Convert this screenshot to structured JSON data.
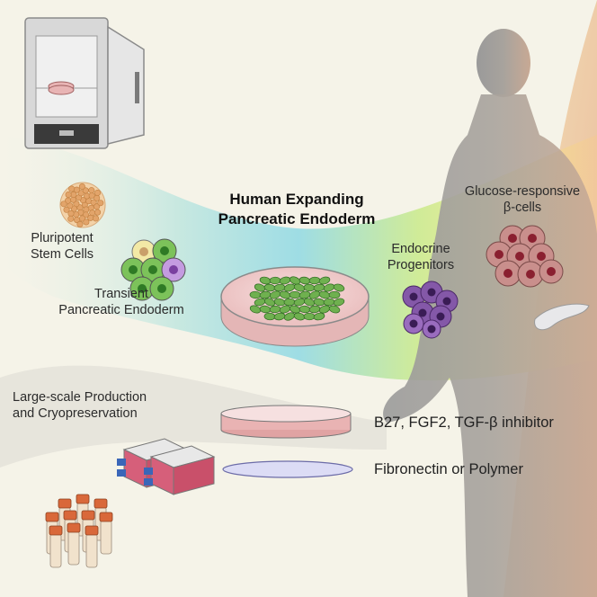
{
  "title_line1": "Human Expanding",
  "title_line2": "Pancreatic Endoderm",
  "labels": {
    "pluripotent_line1": "Pluripotent",
    "pluripotent_line2": "Stem Cells",
    "transient_line1": "Transient",
    "transient_line2": "Pancreatic Endoderm",
    "endocrine_line1": "Endocrine",
    "endocrine_line2": "Progenitors",
    "glucose_line1": "Glucose-responsive",
    "glucose_line2": "β-cells",
    "largescale_line1": "Large-scale Production",
    "largescale_line2": "and Cryopreservation",
    "medium": "B27, FGF2, TGF-β inhibitor",
    "coating": "Fibronectin or Polymer"
  },
  "colors": {
    "stem_cell": "#e2a46a",
    "pancreatic_green": "#6fb04f",
    "endocrine_purple": "#6d3c8c",
    "beta_cell": "#b87c78",
    "dish_medium": "#f0cdcd",
    "flask_pink": "#c45a72",
    "vial_cap": "#d9683a"
  },
  "icons": [
    "incubator-icon",
    "stem-cell-cluster-icon",
    "transient-endoderm-cells-icon",
    "petri-dish-icon",
    "endocrine-progenitor-cluster-icon",
    "beta-cell-cluster-icon",
    "pancreas-icon",
    "human-silhouette-icon",
    "culture-flasks-icon",
    "cryovials-icon",
    "medium-dish-icon",
    "coating-disc-icon"
  ]
}
